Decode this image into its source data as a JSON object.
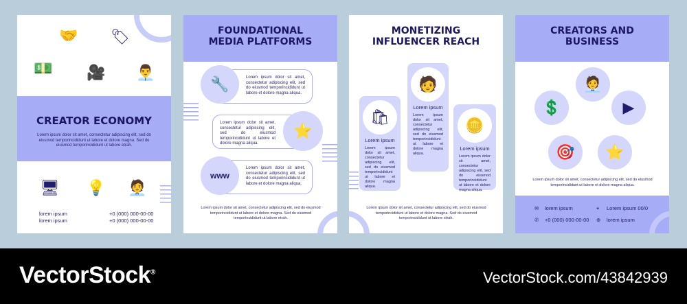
{
  "panel1": {
    "title": "CREATOR ECONOMY",
    "text": "Lorem ipsum dolor sit amet, consectetur adipiscing elit, sed do eiusmod temporincididunt ut labore et dolore magna. Sed do eiusmod temporincididunt ut labore etrah.",
    "contacts": [
      {
        "name": "lorem ipsum",
        "phone": "+0 (000) 000-00-00"
      },
      {
        "name": "lorem ipsum",
        "phone": "+0 (000) 000-00-00"
      }
    ],
    "icons": [
      "handshake-icon",
      "video-icon",
      "camera-icon",
      "money-icon",
      "creator-icon",
      "monitor-icon",
      "lightbulb-icon",
      "influencer-icon"
    ]
  },
  "panel2": {
    "title": "FOUNDATIONAL MEDIA PLATFORMS",
    "cards": [
      "Lorem ipsum dolor sit amet, consectetur adipiscing elit, sed do eiusmod temporincididunt ut labore et dolore magna aliqua.",
      "Lorem ipsum dolor sit amet, consectetur adipiscing elit, sed do eiusmod temporincididunt ut labore et dolore magna aliqua.",
      "Lorem ipsum dolor sit amet, consectetur adipiscing elit, sed do eiusmod temporincididunt ut labore et dolore magna aliqua."
    ],
    "footer": "Lorem ipsum dolor sit amet, consectetur adipiscing elit, sed do eiusmod temporincididunt ut labore et dolore magna. Sed do eiusmod temporincididunt ut labore etrah."
  },
  "panel3": {
    "title": "MONETIZING INFLUENCER REACH",
    "columns": [
      {
        "heading": "Lorem ipsum",
        "text": "Lorem ipsum dolor sit amet, consectetur adipiscing elit, sed do eiusmod temporincididunt ut labore et dolore magna aliqua."
      },
      {
        "heading": "Lorem ipsum",
        "text": "Lorem ipsum dolor sit amet, consectetur adipiscing elit, sed do eiusmod temporincididunt ut labore et dolore magna aliqua."
      },
      {
        "heading": "Lorem ipsum",
        "text": "Lorem ipsum dolor sit amet, consectetur adipiscing elit, sed do eiusmod temporincididunt ut labore et dolore magna aliqua."
      }
    ],
    "footer": "Lorem ipsum dolor sit amet, consectetur adipiscing elit, sed do eiusmod temporincididunt ut labore et dolore magna. Sed do eiusmod temporincididunt ut labore etrah."
  },
  "panel4": {
    "title": "CREATORS AND BUSINESS",
    "text": "Lorem ipsum dolor sit amet, consectetur adipiscing elit, sed do eiusmod temporincididunt ut labore et dolore magna aliqua.",
    "email": "lorem ipsum",
    "phone": "+0 (000) 000-00-00",
    "address": "Lorem ipsum 00/0",
    "web": "lorem ipsum"
  },
  "watermark": {
    "brand": "VectorStock",
    "registered": "®",
    "id": "VectorStock.com/43842939"
  },
  "colors": {
    "background": "#b9ceda",
    "accent": "#a7acf6",
    "text": "#221c6e",
    "panel": "#ffffff"
  }
}
